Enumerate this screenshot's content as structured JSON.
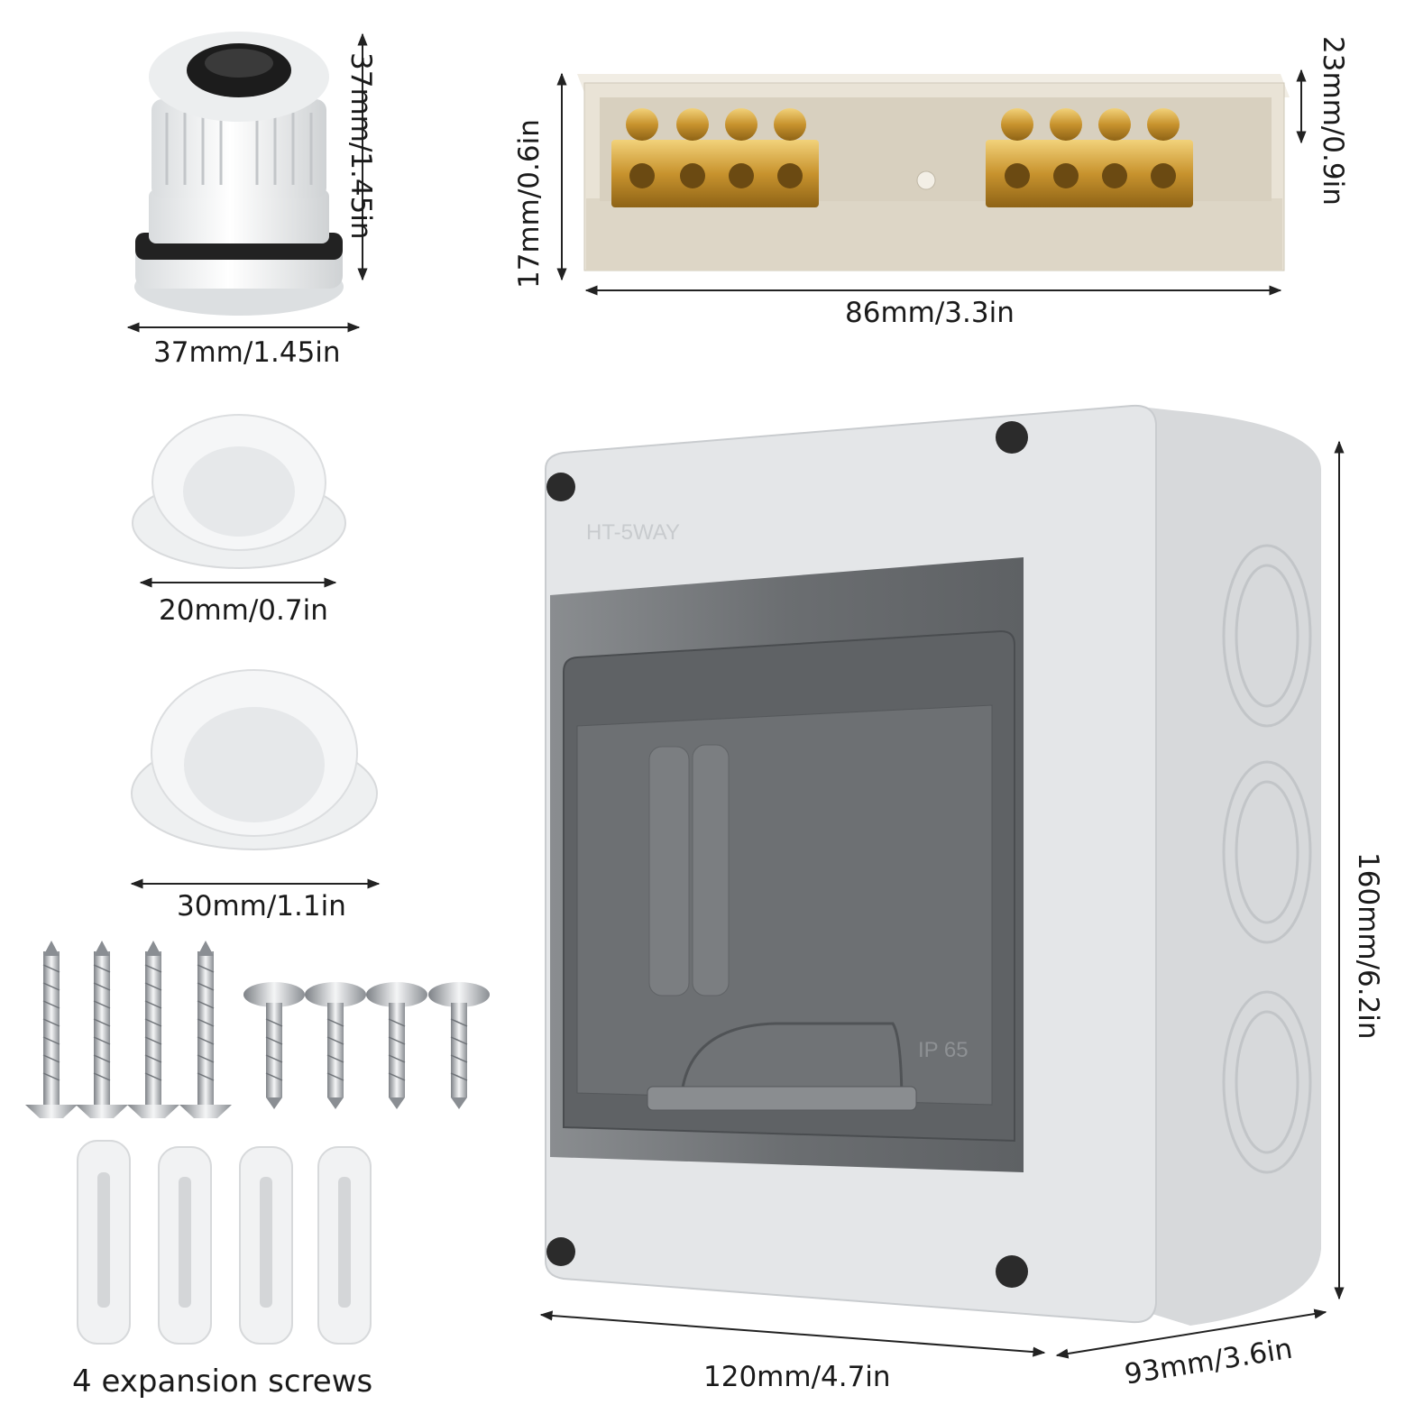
{
  "labels": {
    "gland_height": "37mm/1.45in",
    "gland_width": "37mm/1.45in",
    "busbar_left_height": "17mm/0.6in",
    "busbar_right_height": "23mm/0.9in",
    "busbar_length": "86mm/3.3in",
    "plug_small": "20mm/0.7in",
    "plug_large": "30mm/1.1in",
    "box_height": "160mm/6.2in",
    "box_width": "120mm/4.7in",
    "box_depth": "93mm/3.6in",
    "screws_caption": "4 expansion screws"
  },
  "embossed": {
    "brand": "HT-5WAY",
    "rating": "IP 65"
  },
  "colors": {
    "enclosure": "#e4e6e8",
    "window": "#6f7275",
    "brass": "#c89a3c",
    "busbar_rail": "#e8e2d4"
  }
}
